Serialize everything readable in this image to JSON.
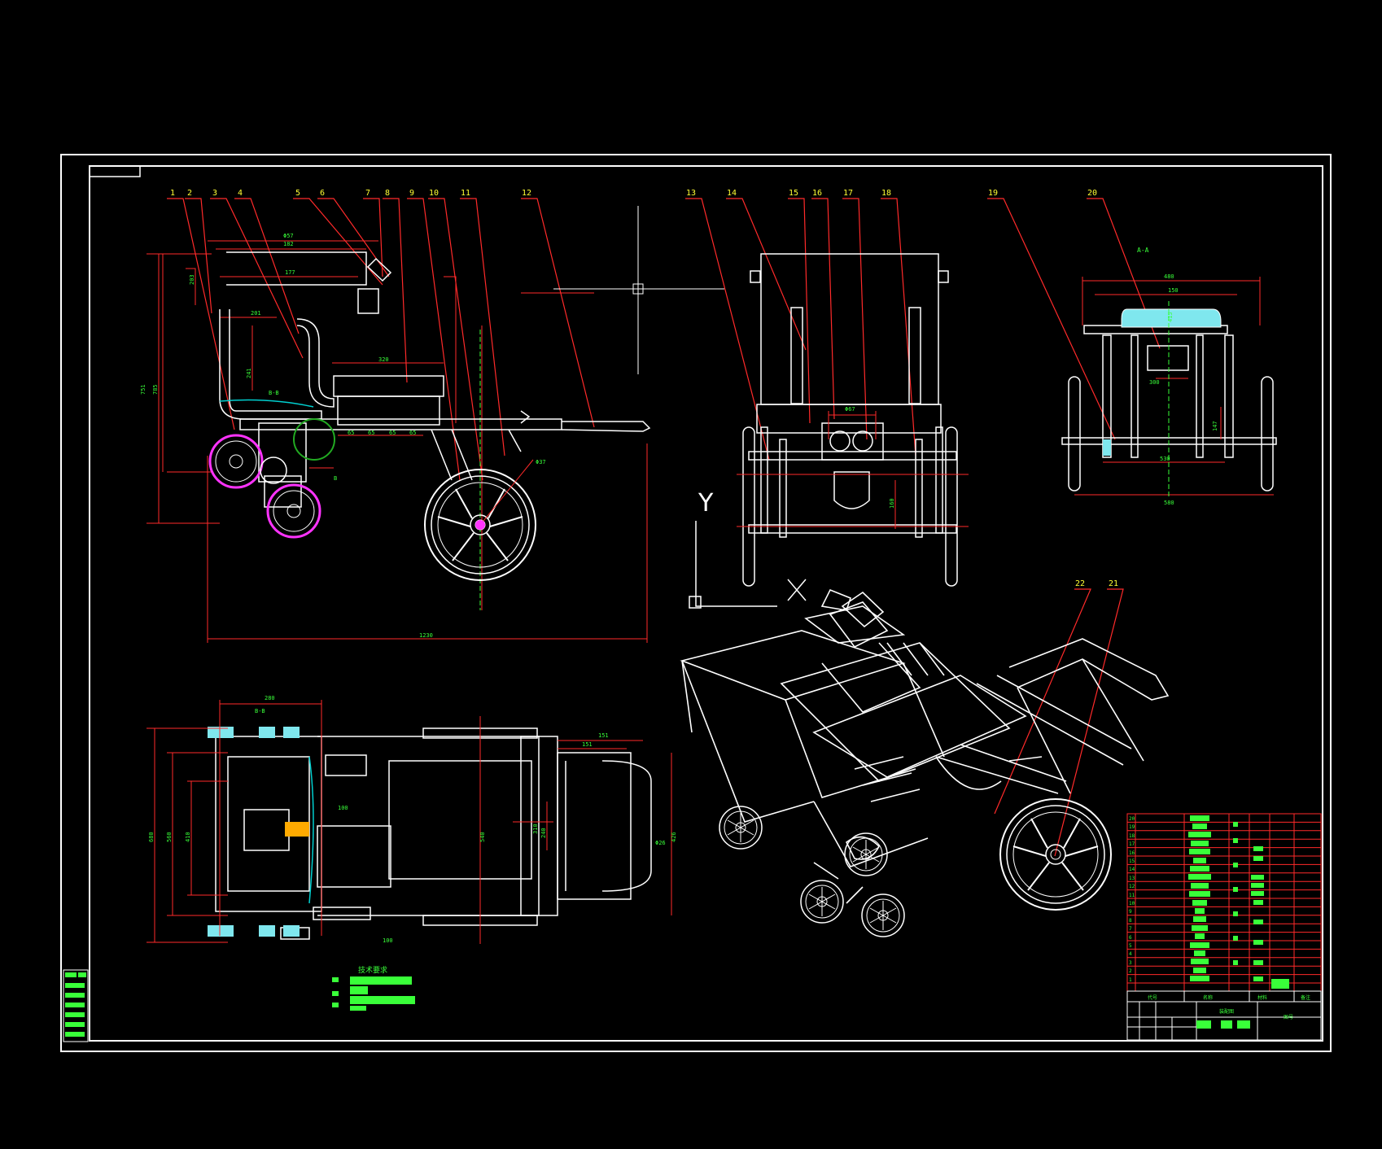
{
  "callouts_top": [
    "1",
    "2",
    "3",
    "4",
    "5",
    "6",
    "7",
    "8",
    "9",
    "10",
    "11",
    "12",
    "13",
    "14",
    "15",
    "16",
    "17",
    "18",
    "19",
    "20"
  ],
  "callouts_iso": [
    "22",
    "21"
  ],
  "side_view": {
    "dims": [
      "Φ57",
      "182",
      "177",
      "203",
      "201",
      "241",
      "785",
      "751",
      "65",
      "65",
      "65",
      "65",
      "320",
      "Φ37",
      "1230",
      "B-B"
    ],
    "section_mark": "B"
  },
  "front_view": {
    "dims": [
      "Φ67",
      "160"
    ]
  },
  "section_view": {
    "label": "A-A",
    "dims": [
      "480",
      "150",
      "415",
      "300",
      "147",
      "530",
      "580"
    ]
  },
  "top_view": {
    "dims": [
      "280",
      "B-B",
      "151",
      "151",
      "680",
      "560",
      "410",
      "100",
      "540",
      "310",
      "240",
      "426",
      "Φ26",
      "100"
    ]
  },
  "ucs": {
    "y_label": "Y",
    "x_label": "X"
  },
  "tech_requirements": {
    "title": "技术要求"
  },
  "bom": {
    "row_numbers": [
      "20",
      "19",
      "18",
      "17",
      "16",
      "15",
      "14",
      "13",
      "12",
      "11",
      "10",
      "9",
      "8",
      "7",
      "6",
      "5",
      "4",
      "3",
      "2",
      "1"
    ],
    "header": {
      "seq": "代号",
      "name": "名称",
      "material": "材料",
      "note": "备注"
    }
  },
  "title_block": {
    "drawing_name": "装配图",
    "code": "图号"
  }
}
